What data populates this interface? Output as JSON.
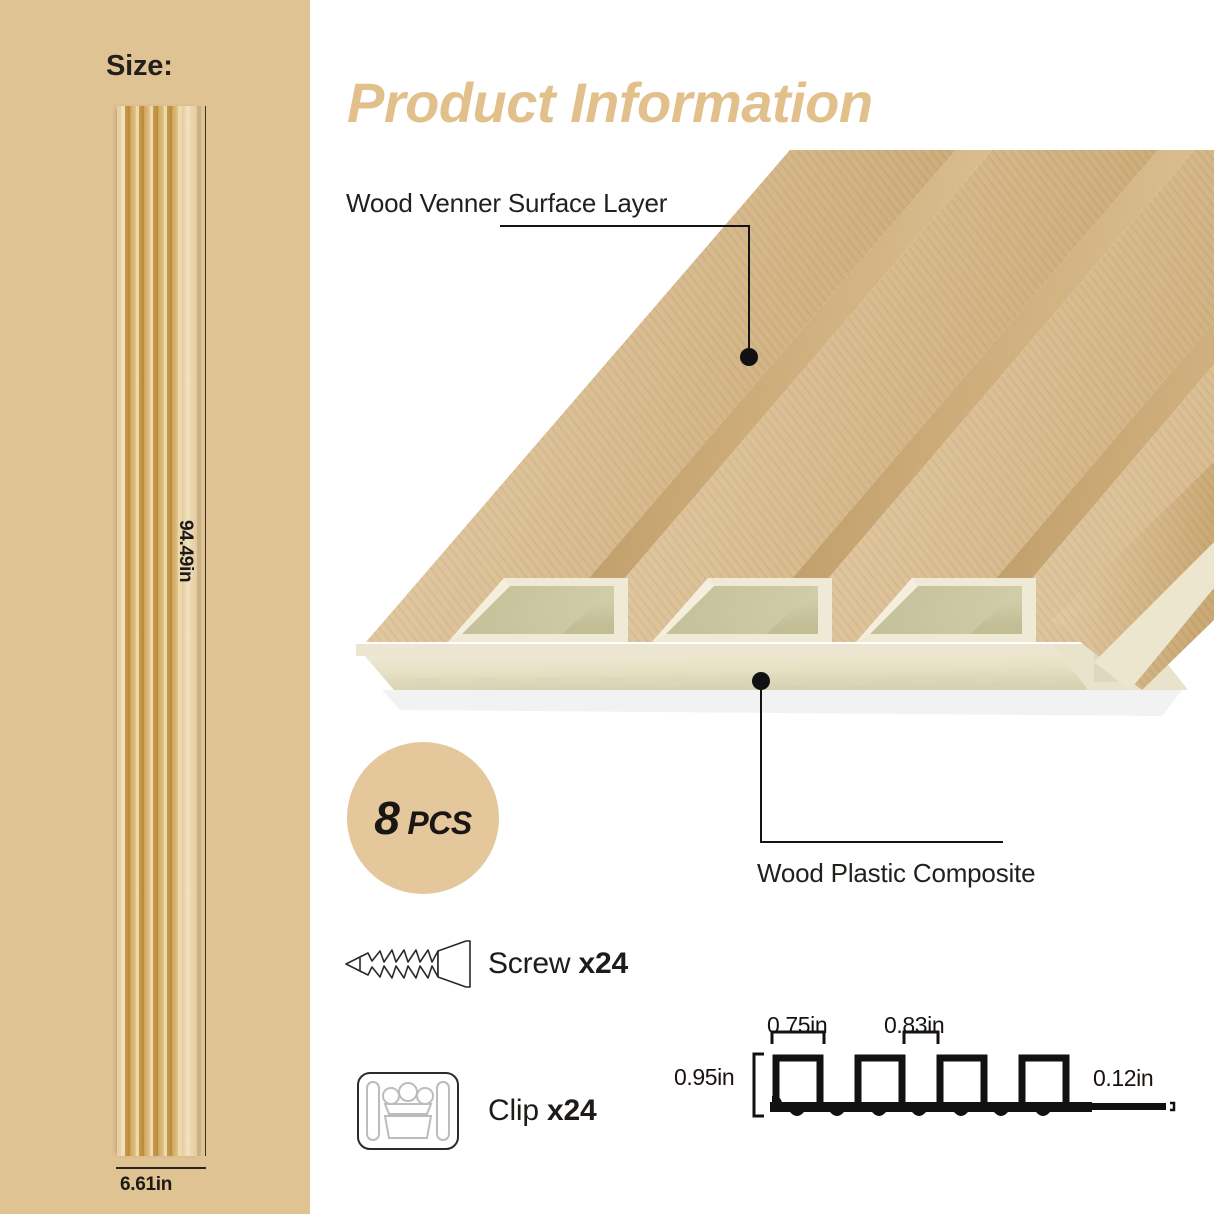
{
  "sidebar": {
    "size_label": "Size:",
    "vertical_dimension": "94.49in",
    "horizontal_dimension": "6.61in",
    "background_color": "#e0c393"
  },
  "header": {
    "title": "Product Information",
    "title_color": "#e2c08c"
  },
  "callouts": {
    "top": {
      "label": "Wood Venner Surface Layer"
    },
    "bottom": {
      "label": "Wood Plastic Composite"
    }
  },
  "badge": {
    "count": "8",
    "unit": "PCS",
    "background_color": "#e4c79a"
  },
  "accessories": [
    {
      "icon": "screw-icon",
      "name": "Screw",
      "quantity": "x24"
    },
    {
      "icon": "clip-icon",
      "name": "Clip",
      "quantity": "x24"
    }
  ],
  "profile_diagram": {
    "rib_width": "0.75in",
    "rib_gap": "0.83in",
    "profile_height": "0.95in",
    "base_thickness": "0.12in",
    "rib_count": 4
  }
}
